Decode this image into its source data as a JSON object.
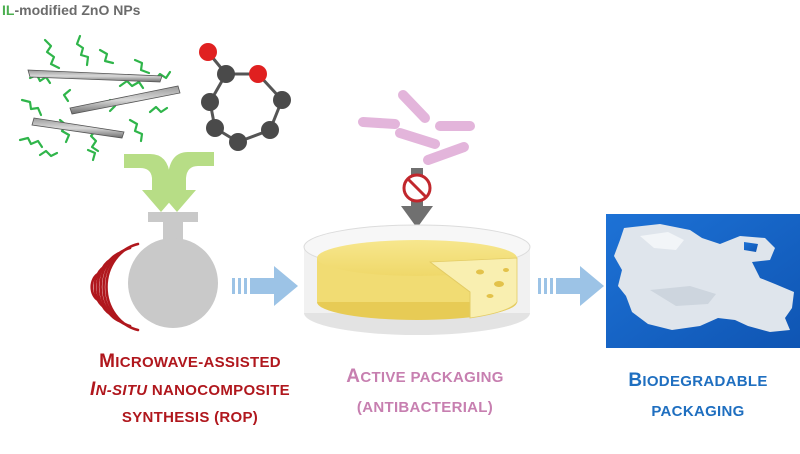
{
  "title": {
    "highlight": "IL",
    "rest": "-modified ZnO NPs"
  },
  "step1": {
    "line1": {
      "cap": "M",
      "rest": "ICROWAVE-ASSISTED"
    },
    "line2": {
      "italic_cap": "I",
      "italic_rest": "N-SITU",
      "rest": " NANOCOMPOSITE"
    },
    "line3": "SYNTHESIS (ROP)"
  },
  "step2": {
    "line1": {
      "cap": "A",
      "rest": "CTIVE PACKAGING"
    },
    "line2": "(ANTIBACTERIAL)"
  },
  "step3": {
    "line1": {
      "cap": "B",
      "rest": "IODEGRADABLE"
    },
    "line2": "PACKAGING"
  },
  "colors": {
    "red": "#b0171d",
    "pink": "#c77fb0",
    "blue": "#1f6fc0",
    "green": "#2fb54a",
    "arrow_blue": "#9cc3e6",
    "flask_gray": "#c9c9c9",
    "cheese": "#f1dc73"
  },
  "icons": [
    "nanoparticle-icon",
    "caprolactone-molecule-icon",
    "round-bottom-flask-icon",
    "microwave-waves-icon",
    "bacteria-icon",
    "no-entry-icon",
    "cheese-icon",
    "petri-dish-icon",
    "film-photo"
  ]
}
